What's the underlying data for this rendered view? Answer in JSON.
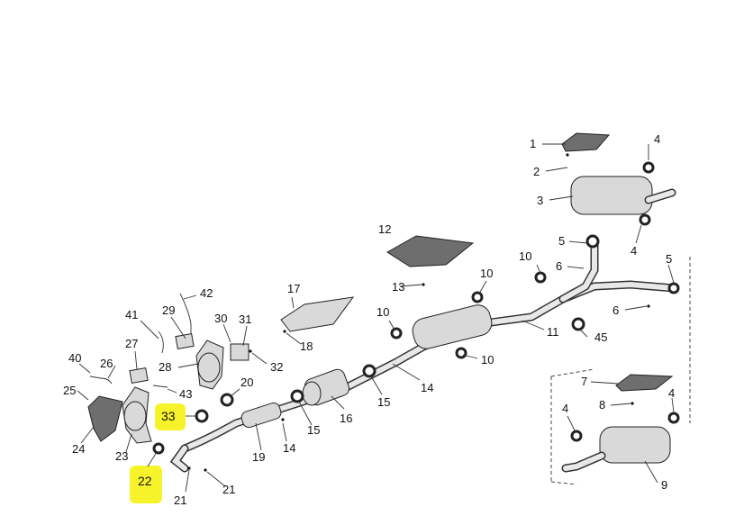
{
  "diagram": {
    "highlight_color": "#f7f32a",
    "labels": [
      {
        "id": "l1",
        "text": "1"
      },
      {
        "id": "l2",
        "text": "2"
      },
      {
        "id": "l3",
        "text": "3"
      },
      {
        "id": "l4a",
        "text": "4"
      },
      {
        "id": "l4b",
        "text": "4"
      },
      {
        "id": "l4c",
        "text": "4"
      },
      {
        "id": "l4d",
        "text": "4"
      },
      {
        "id": "l5a",
        "text": "5"
      },
      {
        "id": "l5b",
        "text": "5"
      },
      {
        "id": "l6a",
        "text": "6"
      },
      {
        "id": "l6b",
        "text": "6"
      },
      {
        "id": "l7",
        "text": "7"
      },
      {
        "id": "l8",
        "text": "8"
      },
      {
        "id": "l9",
        "text": "9"
      },
      {
        "id": "l10a",
        "text": "10"
      },
      {
        "id": "l10b",
        "text": "10"
      },
      {
        "id": "l10c",
        "text": "10"
      },
      {
        "id": "l10d",
        "text": "10"
      },
      {
        "id": "l11",
        "text": "11"
      },
      {
        "id": "l12",
        "text": "12"
      },
      {
        "id": "l13",
        "text": "13"
      },
      {
        "id": "l14a",
        "text": "14"
      },
      {
        "id": "l14b",
        "text": "14"
      },
      {
        "id": "l15a",
        "text": "15"
      },
      {
        "id": "l15b",
        "text": "15"
      },
      {
        "id": "l16",
        "text": "16"
      },
      {
        "id": "l17",
        "text": "17"
      },
      {
        "id": "l18",
        "text": "18"
      },
      {
        "id": "l19",
        "text": "19"
      },
      {
        "id": "l20",
        "text": "20"
      },
      {
        "id": "l21a",
        "text": "21"
      },
      {
        "id": "l21b",
        "text": "21"
      },
      {
        "id": "l22",
        "text": "22"
      },
      {
        "id": "l23",
        "text": "23"
      },
      {
        "id": "l24",
        "text": "24"
      },
      {
        "id": "l25",
        "text": "25"
      },
      {
        "id": "l26",
        "text": "26"
      },
      {
        "id": "l27",
        "text": "27"
      },
      {
        "id": "l28",
        "text": "28"
      },
      {
        "id": "l29",
        "text": "29"
      },
      {
        "id": "l30",
        "text": "30"
      },
      {
        "id": "l31",
        "text": "31"
      },
      {
        "id": "l32",
        "text": "32"
      },
      {
        "id": "l33",
        "text": "33"
      },
      {
        "id": "l40",
        "text": "40"
      },
      {
        "id": "l41",
        "text": "41"
      },
      {
        "id": "l42",
        "text": "42"
      },
      {
        "id": "l43",
        "text": "43"
      },
      {
        "id": "l45",
        "text": "45"
      }
    ]
  }
}
